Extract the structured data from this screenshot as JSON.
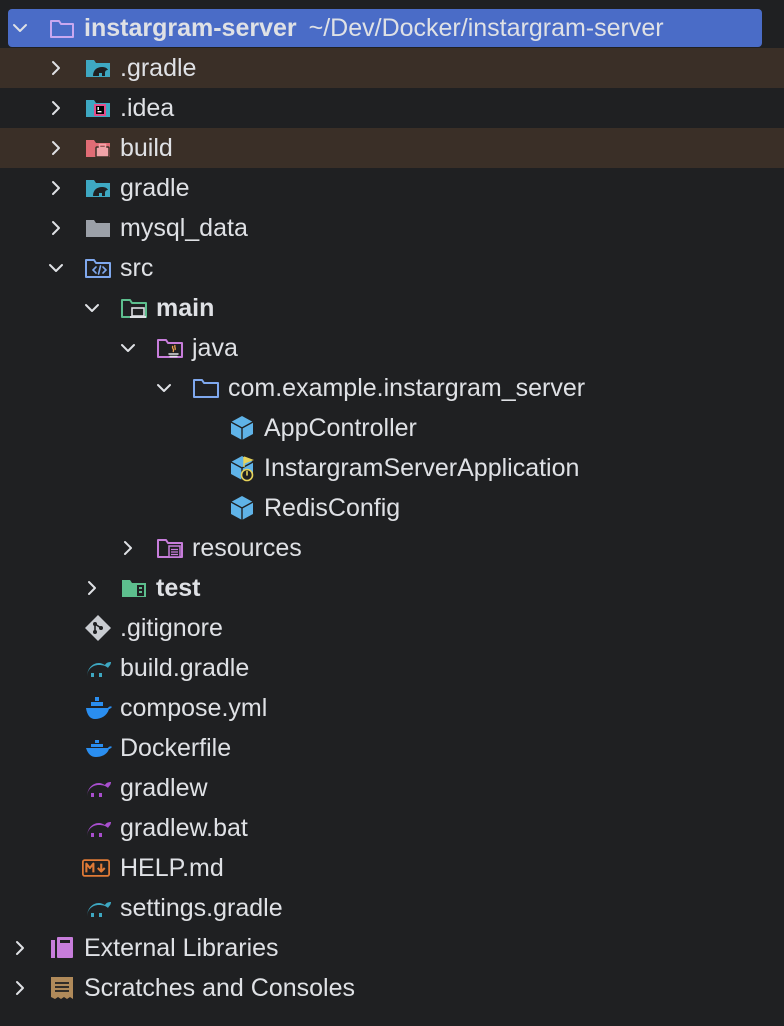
{
  "project": {
    "name": "instargram-server",
    "path": "~/Dev/Docker/instargram-server"
  },
  "tree": {
    "gradle_dir": ".gradle",
    "idea_dir": ".idea",
    "build_dir": "build",
    "gradle_folder": "gradle",
    "mysql_data": "mysql_data",
    "src": "src",
    "main": "main",
    "java": "java",
    "package": "com.example.instargram_server",
    "app_controller": "AppController",
    "server_app": "InstargramServerApplication",
    "redis_config": "RedisConfig",
    "resources": "resources",
    "test": "test",
    "gitignore": ".gitignore",
    "build_gradle": "build.gradle",
    "compose": "compose.yml",
    "dockerfile": "Dockerfile",
    "gradlew": "gradlew",
    "gradlew_bat": "gradlew.bat",
    "help_md": "HELP.md",
    "settings_gradle": "settings.gradle",
    "external_libraries": "External Libraries",
    "scratches": "Scratches and Consoles"
  },
  "colors": {
    "background": "#1f2022",
    "selection": "#4a6cc7",
    "excluded_row": "#3a2f27",
    "gradle_teal": "#3ea8c2",
    "gradle_purple": "#a94fcf",
    "class_blue": "#5fb3e8",
    "folder_gray": "#9ba0a8",
    "folder_blue": "#7fa8ee",
    "folder_red": "#e06c75",
    "test_green": "#5dbf8e",
    "markdown_orange": "#e07a36"
  },
  "icons": {
    "root": "module-folder-icon",
    "gradle_dir": "gradle-folder-icon",
    "idea_dir": "idea-folder-icon",
    "build_dir": "excluded-folder-icon",
    "mysql_data": "folder-icon",
    "src": "source-root-folder-icon",
    "java": "java-source-folder-icon",
    "package": "package-folder-icon",
    "class": "java-class-icon",
    "main_class": "spring-boot-class-icon",
    "resources": "resources-folder-icon",
    "test": "test-folder-icon",
    "gitignore": "git-icon",
    "gradle_file": "gradle-elephant-icon",
    "docker": "docker-whale-icon",
    "gradlew": "gradlew-elephant-icon",
    "markdown": "markdown-icon",
    "libraries": "library-icon",
    "scratches": "scratches-icon"
  }
}
